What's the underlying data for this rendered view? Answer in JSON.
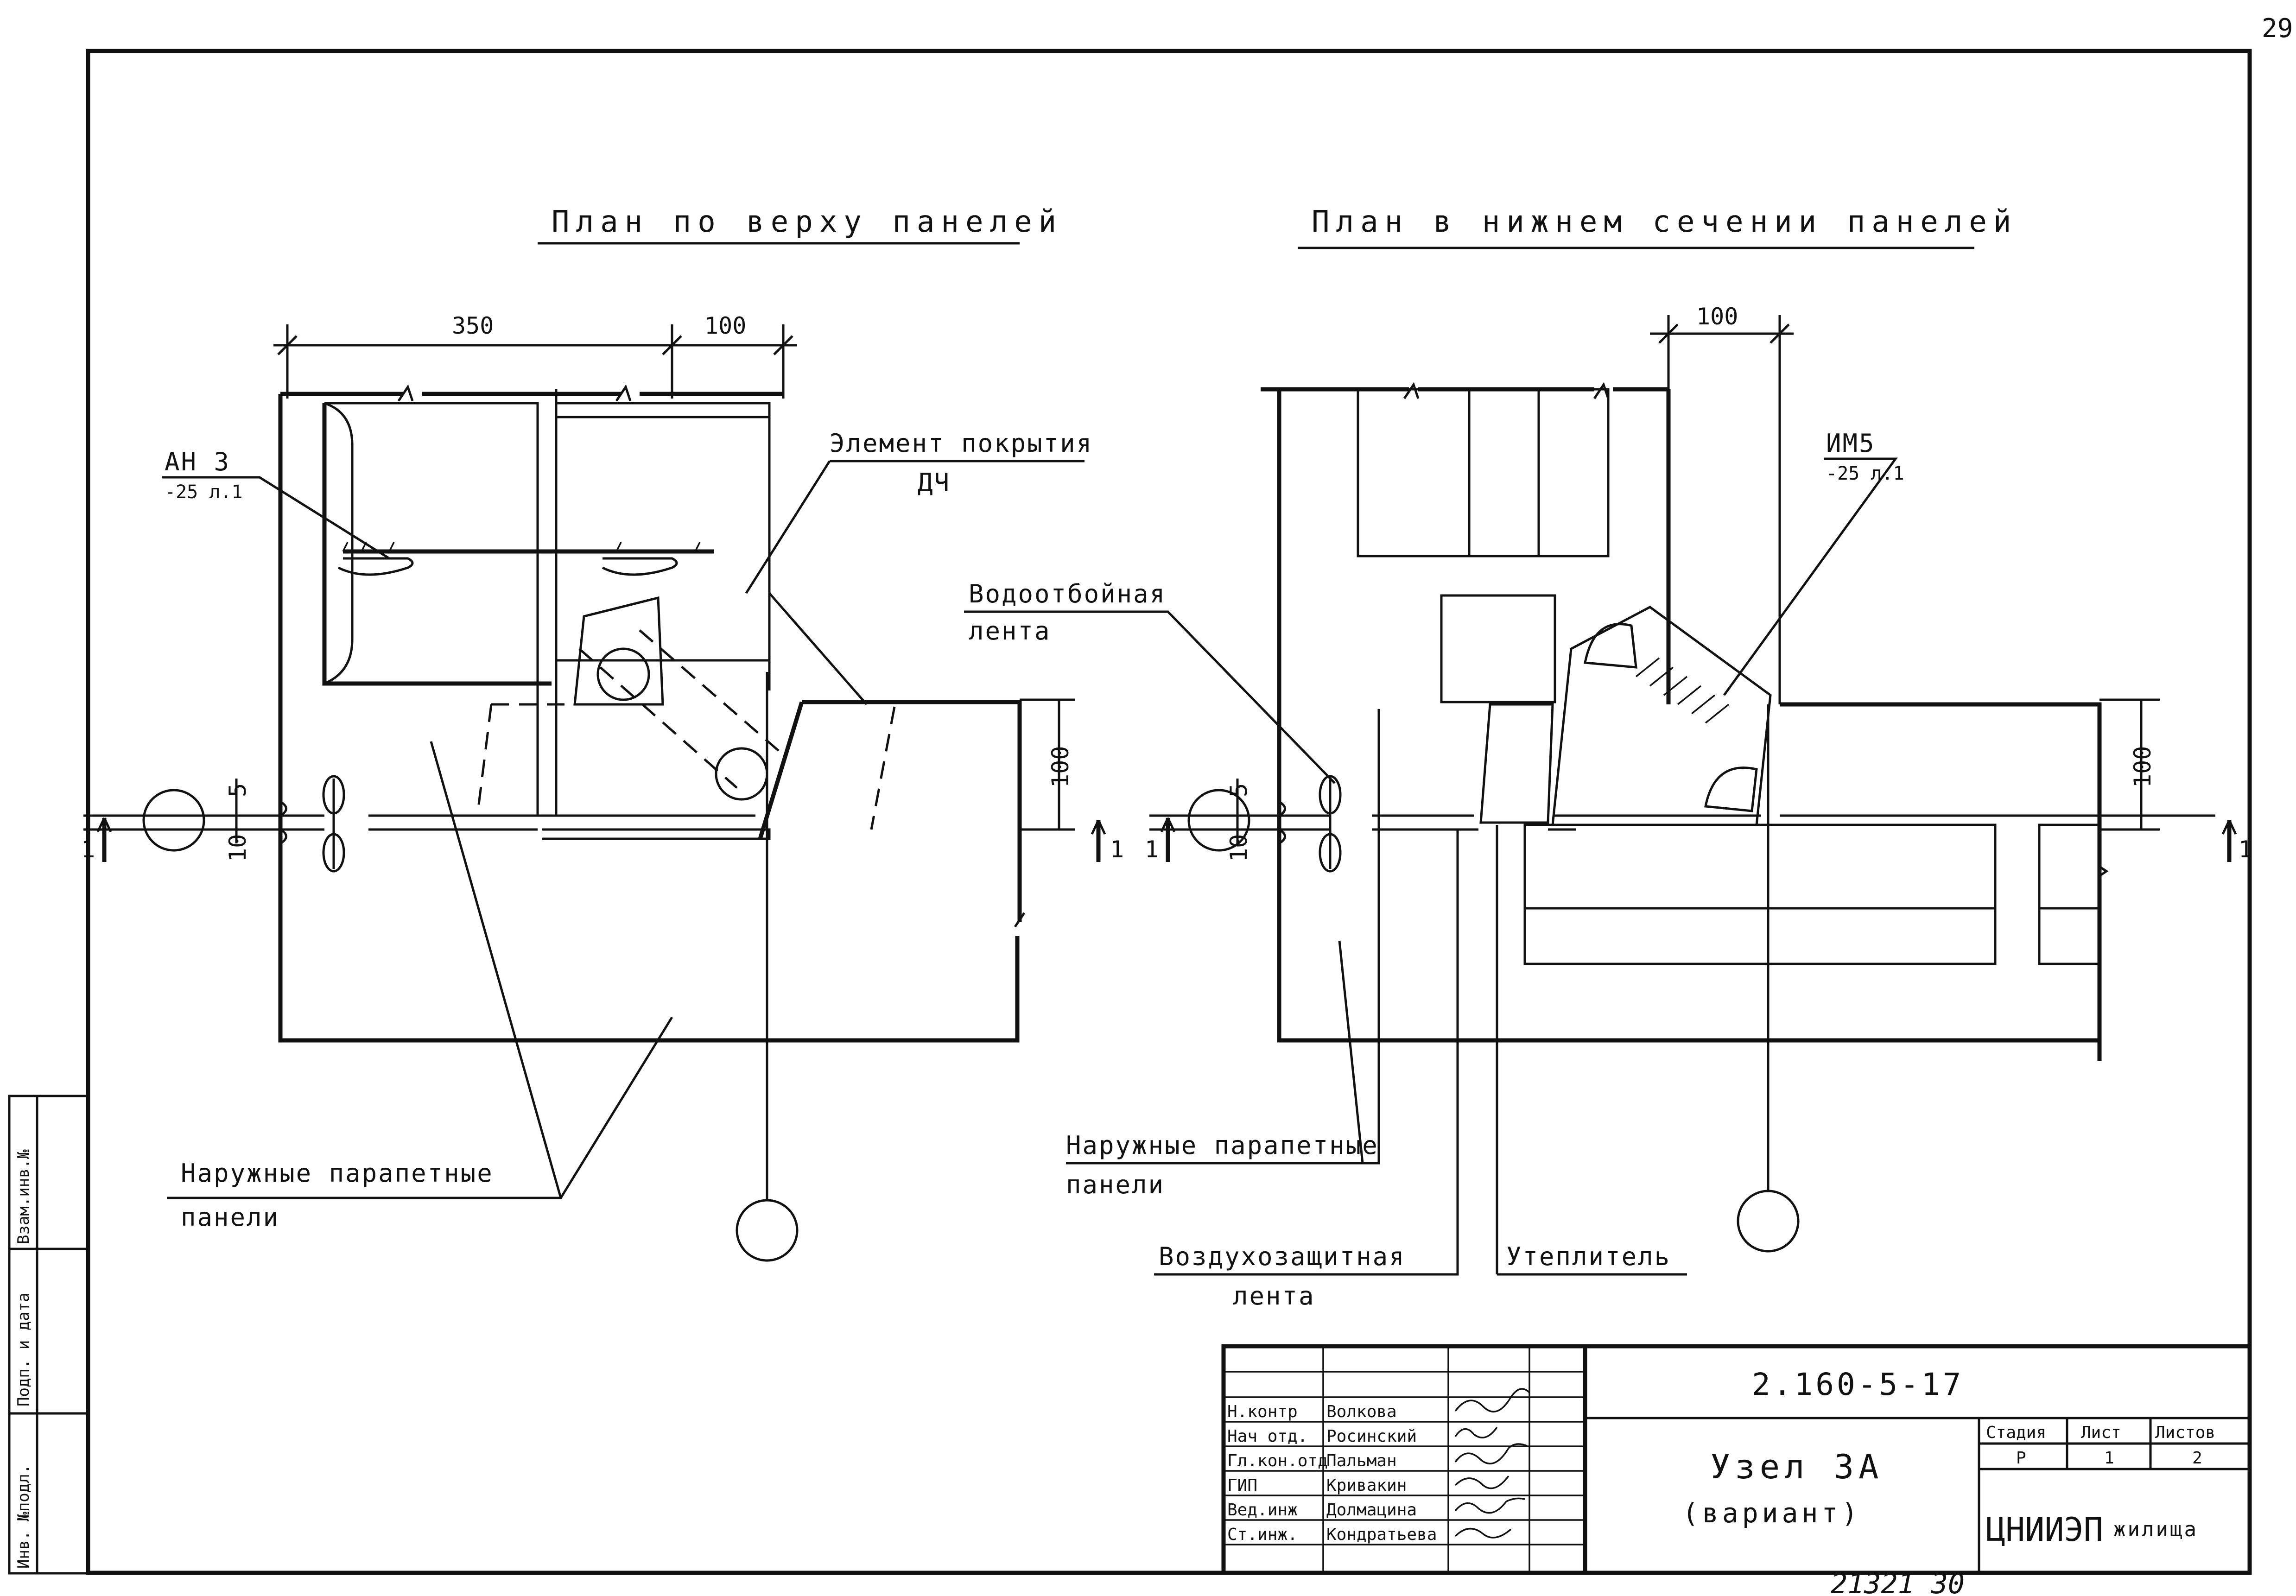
{
  "sheet": {
    "page_number": "29",
    "footer_number": "21321   30"
  },
  "left_plan": {
    "title": "План по верху панелей",
    "dim_350": "350",
    "dim_100": "100",
    "dim_100_right": "100",
    "dim_5": "5",
    "dim_10": "10",
    "anchor_label": "АН 3",
    "anchor_sublabel": "-25 л.1",
    "roof_label": "Элемент покрытия",
    "roof_sublabel": "ДЧ",
    "panels_label": "Наружные парапетные",
    "panels_sublabel": "панели",
    "section_mark_left": "1",
    "section_mark_right": "1"
  },
  "right_plan": {
    "title": "План в нижнем сечении панелей",
    "dim_100_top": "100",
    "dim_100_right": "100",
    "dim_5": "5",
    "dim_10": "10",
    "im_label": "ИМ5",
    "im_sublabel": "-25 л.1",
    "water_label": "Водоотбойная",
    "water_sublabel": "лента",
    "panels_label": "Наружные парапетные",
    "panels_sublabel": "панели",
    "air_label": "Воздухозащитная",
    "air_sublabel": "лента",
    "insul_label": "Утеплитель",
    "section_mark_left": "1",
    "section_mark_right": "1"
  },
  "side_stamp": {
    "cells": [
      "Инв. №подл.",
      "Подп. и дата",
      "Взам.инв.№"
    ]
  },
  "title_block": {
    "doc_code": "2.160-5-17",
    "roles": [
      "Н.контр",
      "Нач отд.",
      "Гл.кон.отд",
      "ГИП",
      "Вед.инж",
      "Ст.инж."
    ],
    "names": [
      "Волкова",
      "Росинский",
      "Пальман",
      "Кривакин",
      "Долмацина",
      "Кондратьева"
    ],
    "title_line1": "Узел 3А",
    "title_line2": "(вариант)",
    "stage_header": "Стадия",
    "sheet_header": "Лист",
    "sheets_header": "Листов",
    "stage_value": "Р",
    "sheet_value": "1",
    "sheets_value": "2",
    "org_name": "ЦНИИЭП",
    "org_suffix": "жилища"
  }
}
